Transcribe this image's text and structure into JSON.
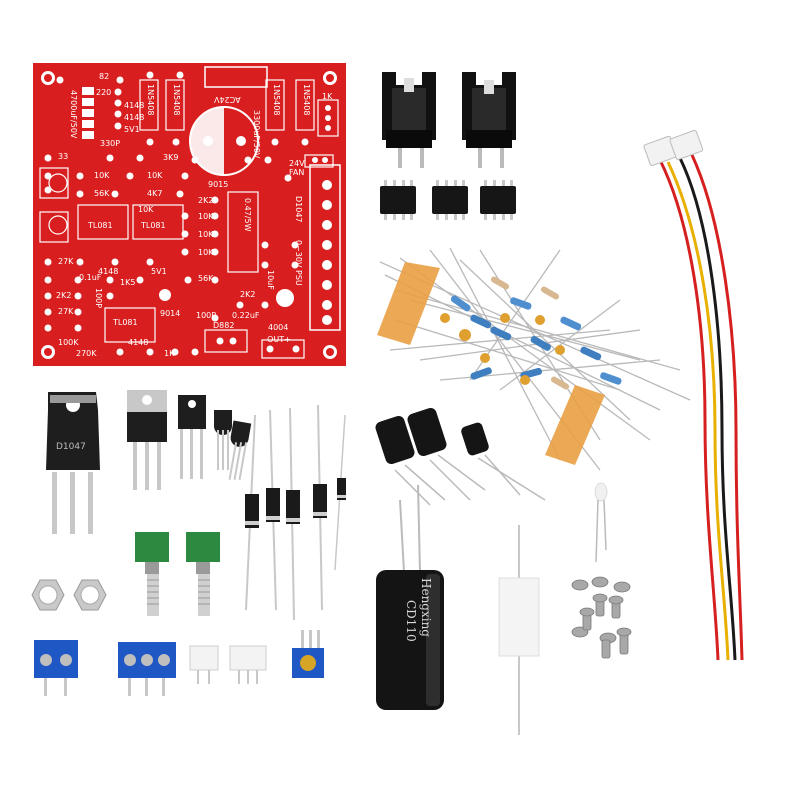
{
  "pcb": {
    "labels": {
      "r82": "82",
      "r220": "220",
      "cap_top": "4700uF/50V",
      "d1n5408_a": "1N5408",
      "d1n5408_b": "1N5408",
      "d1n5408_c": "1N5408",
      "d1n5408_d": "1N5408",
      "ac24v": "AC24V",
      "d4148_a": "4148",
      "d4148_b": "4148",
      "z5v1_a": "5V1",
      "c330p": "330P",
      "cap_mid": "3300uF/50V",
      "r1k_top": "1K",
      "r33": "33",
      "r3k9": "3K9",
      "r10k_a": "10K",
      "r10k_b": "10K",
      "q9015": "9015",
      "r56k_a": "56K",
      "r4k7": "4K7",
      "r2k2_a": "2K2",
      "r10k_c": "10K",
      "r10k_d": "10K",
      "r10k_e": "10K",
      "r10k_f": "10K",
      "ic1": "TL081",
      "ic2": "TL081",
      "ic3": "TL081",
      "r047": "0.47/5W",
      "d1047": "D1047",
      "fan": "FAN",
      "dc24v": "24V",
      "psu": "0~30V PSU",
      "r27k_a": "27K",
      "r27k_b": "27K",
      "d4148_c": "4148",
      "d4148_d": "4148",
      "z5v1_b": "5V1",
      "c011": "0.1uF",
      "r56k_b": "56K",
      "r2k2_b": "2K2",
      "r1k5": "1K5",
      "c100p_a": "100P",
      "c100p_b": "100P",
      "q9014": "9014",
      "r2k2_c": "2K2",
      "c022": "0.22uF",
      "c10u": "10uF",
      "r100k": "100K",
      "r270k": "270K",
      "r1k_bottom": "1K",
      "d882": "D882",
      "ic4004": "4004",
      "out": "-OUT+"
    }
  },
  "components": {
    "big_cap": {
      "brand": "Hengxing",
      "series": "CD110"
    },
    "transistor_big": {
      "marking": "D1047"
    }
  },
  "colors": {
    "pcb_red": "#d81e1e",
    "silkscreen": "#ffffff",
    "terminal_blue": "#1f57c4",
    "heatsink_black": "#111111",
    "wire_red": "#d62020",
    "wire_yellow": "#e8b000",
    "wire_black": "#1a1a1a",
    "cap_tape": "#e9a044"
  }
}
